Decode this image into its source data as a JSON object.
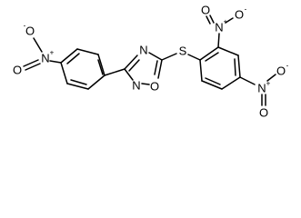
{
  "labels": {
    "oxygen": "O",
    "nitrogen": "N",
    "sulfur": "S",
    "plus": "+",
    "minus": "-"
  }
}
